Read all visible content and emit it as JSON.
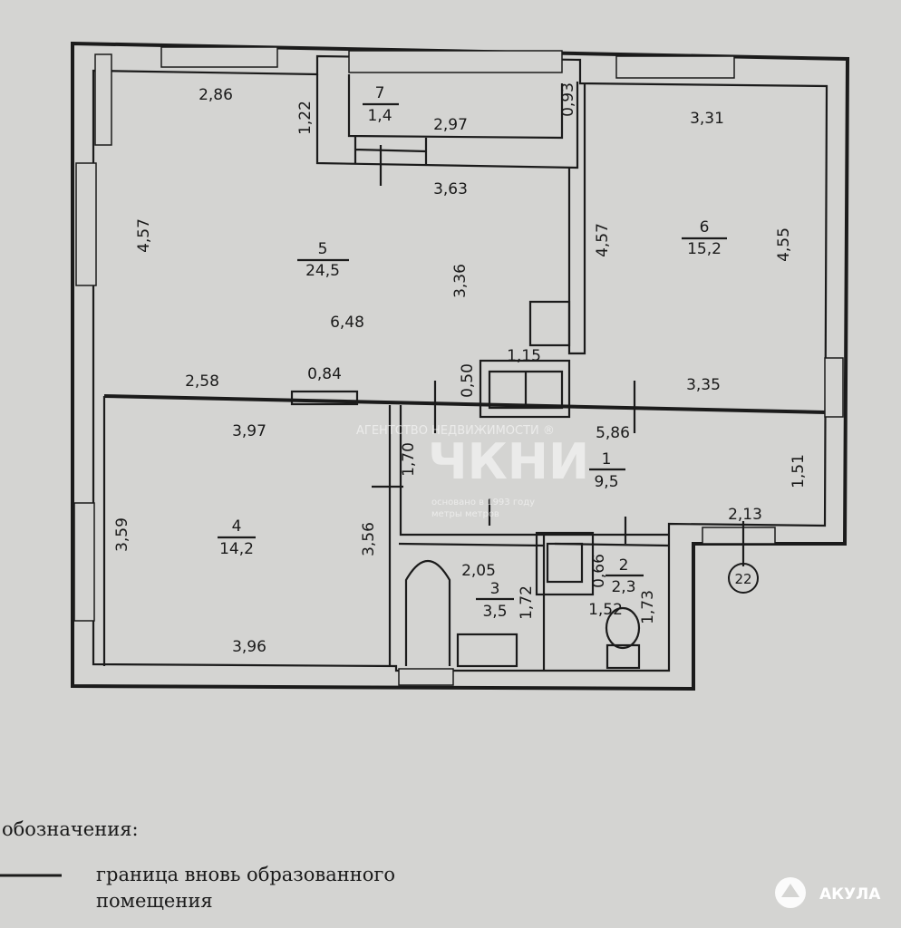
{
  "rooms": [
    {
      "number": "1",
      "area": "9,5"
    },
    {
      "number": "2",
      "area": "2,3"
    },
    {
      "number": "3",
      "area": "3,5"
    },
    {
      "number": "4",
      "area": "14,2"
    },
    {
      "number": "5",
      "area": "24,5"
    },
    {
      "number": "6",
      "area": "15,2"
    },
    {
      "number": "7",
      "area": "1,4"
    }
  ],
  "dimensions": {
    "d2_86": "2,86",
    "d1_22": "1,22",
    "d2_97": "2,97",
    "d0_93": "0,93",
    "d3_31": "3,31",
    "d3_63": "3,63",
    "d4_57a": "4,57",
    "d4_57b": "4,57",
    "d4_55": "4,55",
    "d3_36": "3,36",
    "d6_48": "6,48",
    "d1_15": "1,15",
    "d2_58": "2,58",
    "d0_84": "0,84",
    "d0_50": "0,50",
    "d3_35": "3,35",
    "d3_97": "3,97",
    "d5_86": "5,86",
    "d1_70": "1,70",
    "d1_51": "1,51",
    "d2_13": "2,13",
    "d3_59": "3,59",
    "d3_56": "3,56",
    "d2_05": "2,05",
    "d0_66": "0,66",
    "d1_72": "1,72",
    "d1_52": "1,52",
    "d1_73": "1,73",
    "d3_96": "3,96"
  },
  "marker": "22",
  "legend": {
    "title": "обозначения:",
    "line1": "граница вновь образованного",
    "line2": "помещения"
  },
  "watermark": {
    "agency": "АГЕНТСТВО НЕДВИЖИМОСТИ ®",
    "logo": "ЧКНИ",
    "founded": "основано в 1993 году",
    "slogan": "метры метров"
  },
  "brand": "АКУЛА"
}
